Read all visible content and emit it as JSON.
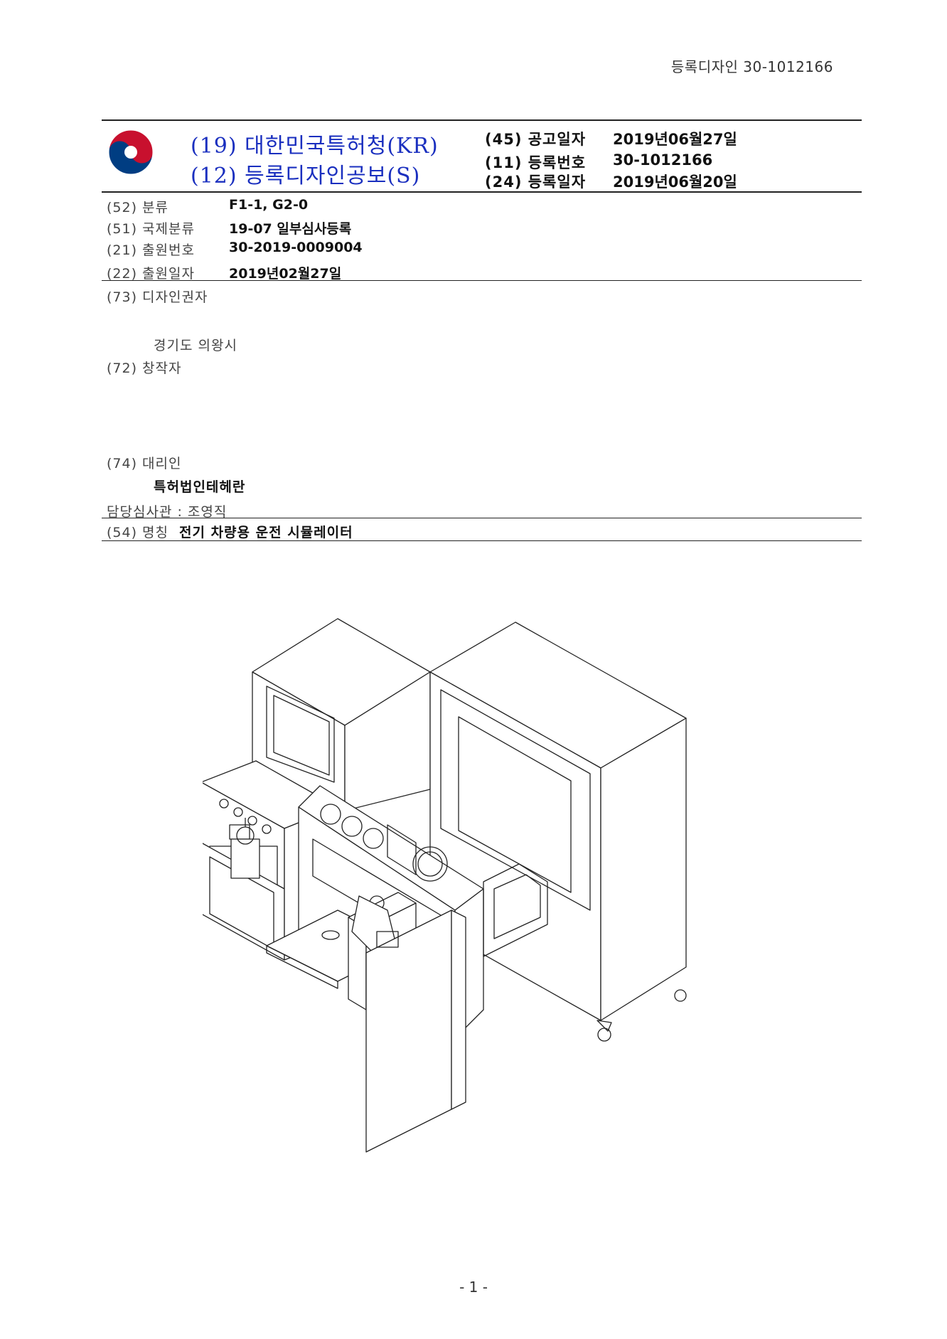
{
  "header": {
    "registration_top": "등록디자인 30-1012166",
    "office": "(19) 대한민국특허청(KR)",
    "publication_type": "(12) 등록디자인공보(S)"
  },
  "publication": {
    "date_label": "(45) 공고일자",
    "date_value": "2019년06월27일",
    "reg_no_label": "(11) 등록번호",
    "reg_no_value": "30-1012166",
    "reg_date_label": "(24) 등록일자",
    "reg_date_value": "2019년06월20일"
  },
  "fields": {
    "classification_label": "(52) 분류",
    "classification_value": "F1-1, G2-0",
    "intl_label": "(51) 국제분류",
    "intl_value": "19-07 일부심사등록",
    "app_no_label": "(21) 출원번호",
    "app_no_value": "30-2019-0009004",
    "app_date_label": "(22) 출원일자",
    "app_date_value": "2019년02월27일"
  },
  "parties": {
    "holder_label": "(73) 디자인권자",
    "holder_address": "경기도 의왕시",
    "creator_label": "(72) 창작자",
    "agent_label": "(74) 대리인",
    "agent_name": "특허법인테헤란",
    "examiner": "담당심사관 : 조영직"
  },
  "title": {
    "label": "(54) 명칭",
    "value": "전기 차량용 운전 시뮬레이터"
  },
  "footer": {
    "page": "- 1 -"
  },
  "colors": {
    "office_blue": "#1a2fbf",
    "logo_red": "#c8102e",
    "logo_blue": "#003d82"
  }
}
